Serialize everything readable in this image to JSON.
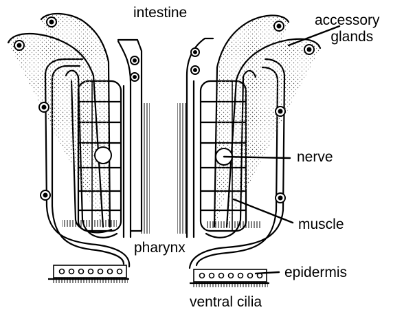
{
  "labels": {
    "intestine": "intestine",
    "accessory": "accessory",
    "glands": "glands",
    "nerve": "nerve",
    "muscle": "muscle",
    "pharynx": "pharynx",
    "epidermis": "epidermis",
    "ventral_cilia": "ventral cilia"
  },
  "colors": {
    "ink": "#000000",
    "stipple": "#555555",
    "paper": "#ffffff"
  }
}
